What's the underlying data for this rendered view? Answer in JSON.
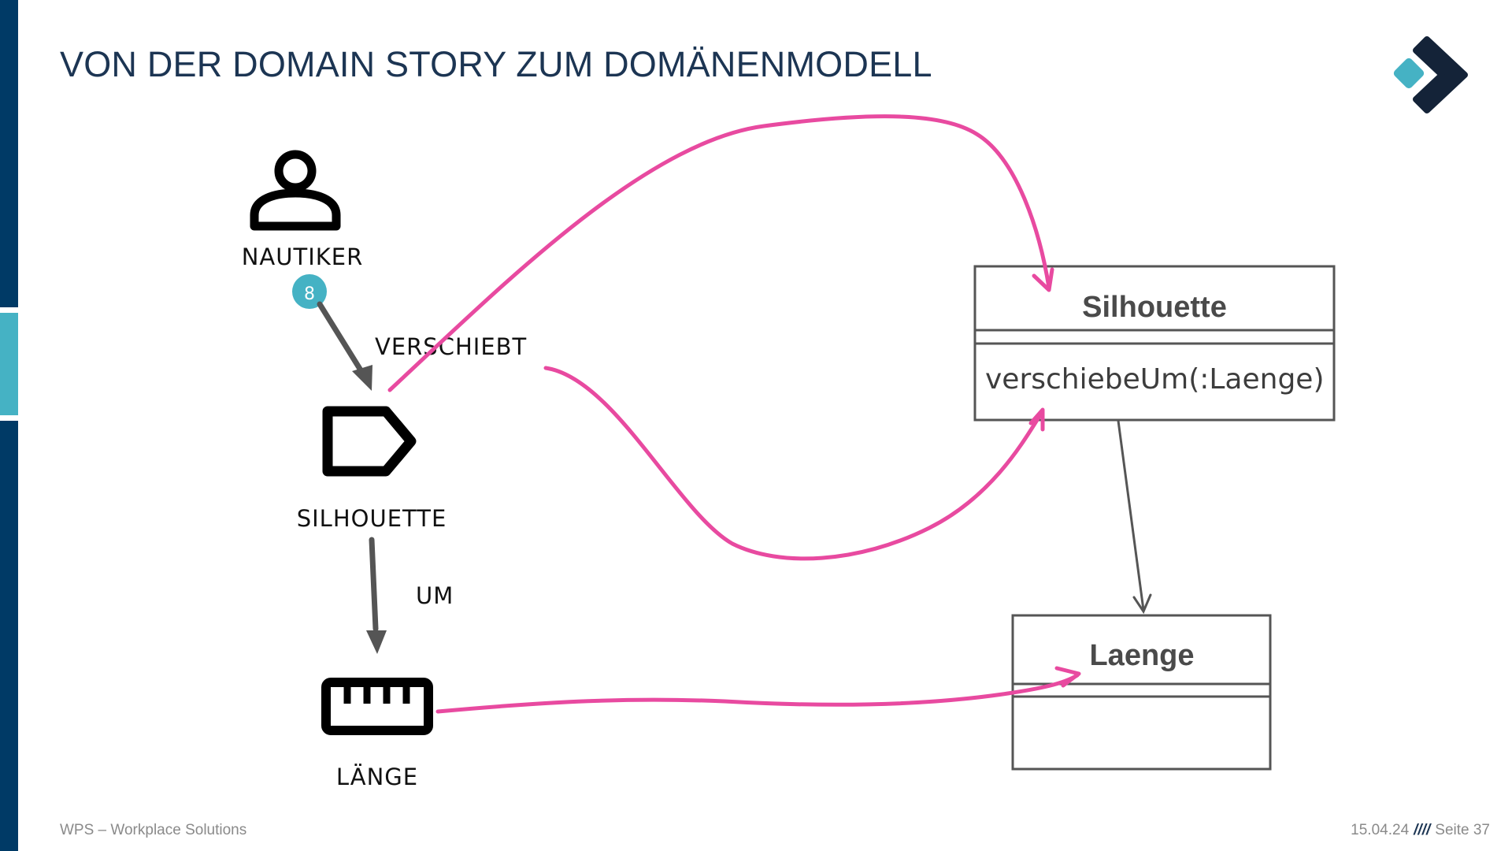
{
  "slide": {
    "title": "VON DER DOMAIN STORY ZUM DOMÄNENMODELL",
    "footer_company": "WPS – Workplace Solutions",
    "footer_date": "15.04.24",
    "footer_separator": "////",
    "footer_page": "Seite 37"
  },
  "colors": {
    "navy": "#003a66",
    "teal": "#45b2c4",
    "title": "#1c3553",
    "connector": "#e84aa0",
    "arrow_gray": "#555555"
  },
  "story": {
    "actor_label": "NAUTIKER",
    "sequence_number": "8",
    "object_label": "SILHOUETTE",
    "measure_label": "LÄNGE",
    "activity_label": "VERSCHIEBT",
    "preposition_label": "UM",
    "icons": [
      "person-icon",
      "tag-icon",
      "ruler-icon"
    ]
  },
  "model": {
    "classes": [
      {
        "name": "Silhouette",
        "methods": [
          "verschiebeUm(:Laenge)"
        ]
      },
      {
        "name": "Laenge",
        "methods": []
      }
    ]
  }
}
